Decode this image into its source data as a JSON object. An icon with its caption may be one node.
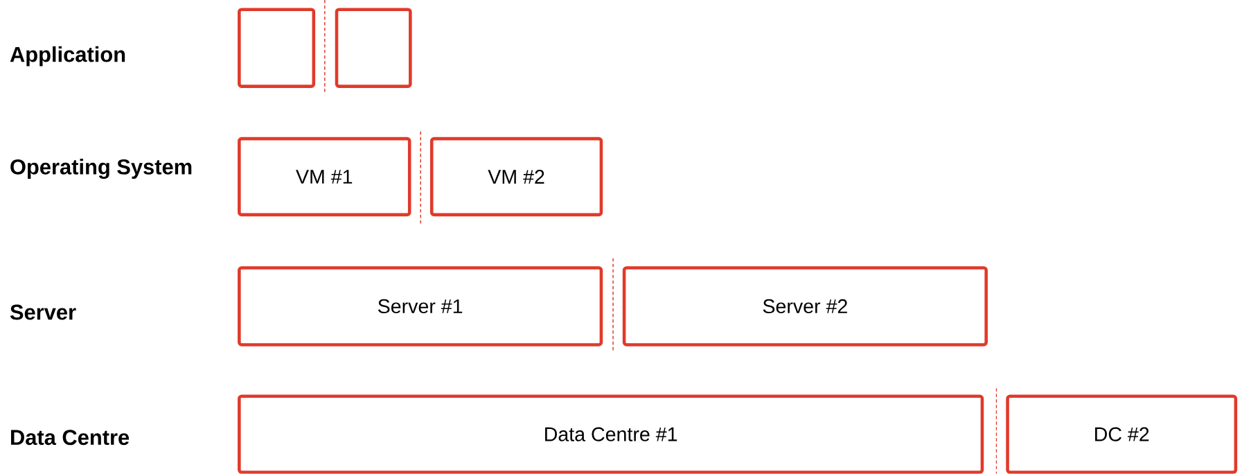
{
  "diagram": {
    "nodes": [
      {
        "text": [],
        "shape": "box"
      },
      {
        "text": [],
        "shape": "box"
      },
      {
        "text": [
          "VM #1"
        ]
      },
      {
        "text": [
          "VM #2"
        ]
      },
      {
        "text": [
          "Server #1"
        ]
      },
      {
        "text": [
          "Server #2"
        ]
      },
      {
        "text": [
          "Data Centre #1"
        ]
      },
      {
        "text": [
          "DC #2"
        ]
      }
    ],
    "labels": [
      "Application",
      "Operating System",
      "Server",
      "Data Centre"
    ]
  }
}
